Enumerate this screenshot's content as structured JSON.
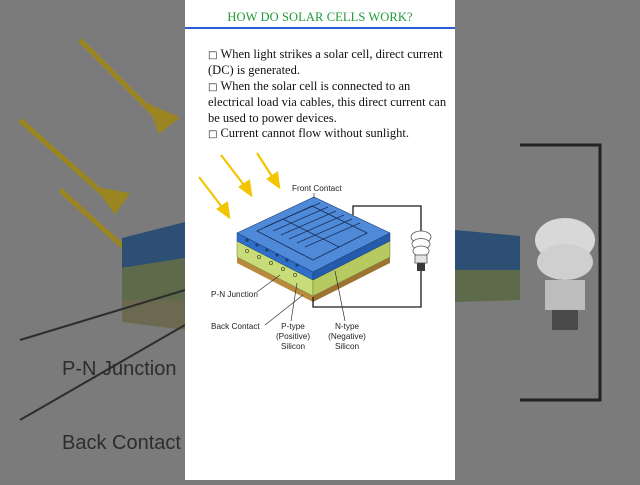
{
  "slide": {
    "title": "HOW DO SOLAR CELLS WORK?",
    "bullets": [
      "When light strikes a solar cell, direct current (DC) is generated.",
      "When the solar cell is connected to an electrical load via cables, this direct current can be used to power devices.",
      "Current cannot flow without sunlight."
    ],
    "bullet_glyph": "□"
  },
  "diagram": {
    "labels": {
      "front_contact": "Front Contact",
      "pn_junction": "P-N Junction",
      "back_contact": "Back Contact",
      "p_type": [
        "P-type",
        "(Positive)",
        "Silicon"
      ],
      "n_type": [
        "N-type",
        "(Negative)",
        "Silicon"
      ]
    },
    "icons": [
      "sun-ray-arrow-icon",
      "light-bulb-icon"
    ],
    "colors": {
      "n_layer": "#2f6fc9",
      "p_layer": "#c9dc7a",
      "back_contact": "#b88a3c",
      "rays": "#f2c500",
      "title": "#1f9a3a",
      "rule": "#2a5bd7"
    }
  },
  "background": {
    "labels": [
      "P-N Junction",
      "Back Contact"
    ]
  }
}
